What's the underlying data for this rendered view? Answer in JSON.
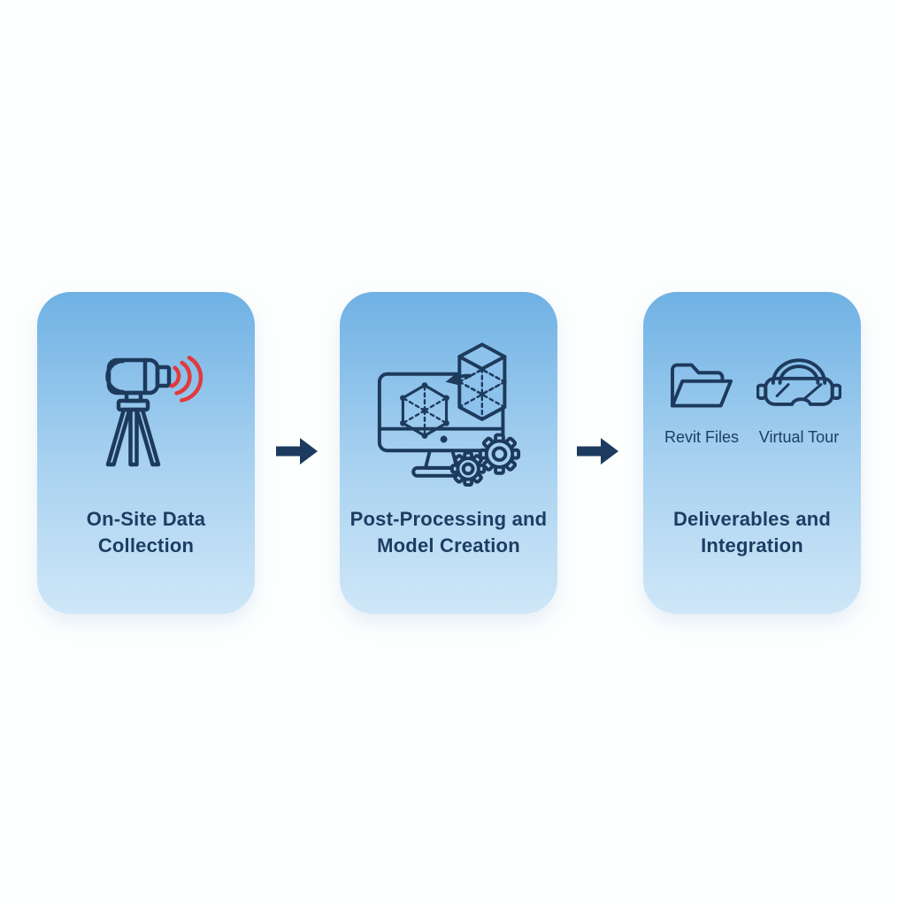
{
  "diagram": {
    "type": "process-flow",
    "background_color": "#fdfefe",
    "card_gradient_top": "#6fb1e4",
    "card_gradient_bottom": "#cfe7f8",
    "outline_color": "#1d3a5c",
    "title_color": "#1d3e63",
    "signal_color": "#e03a3c",
    "arrow_color": "#1c3b5e",
    "steps": [
      {
        "title_line1": "On-Site Data",
        "title_line2": "Collection",
        "icon": "laser-scanner-tripod-icon"
      },
      {
        "title_line1": "Post-Processing and",
        "title_line2": "Model Creation",
        "icon": "computer-3d-model-gears-icon"
      },
      {
        "title_line1": "Deliverables and",
        "title_line2": "Integration",
        "deliverables": [
          {
            "label": "Revit Files",
            "icon": "folder-icon"
          },
          {
            "label": "Virtual Tour",
            "icon": "vr-headset-icon"
          }
        ]
      }
    ]
  }
}
